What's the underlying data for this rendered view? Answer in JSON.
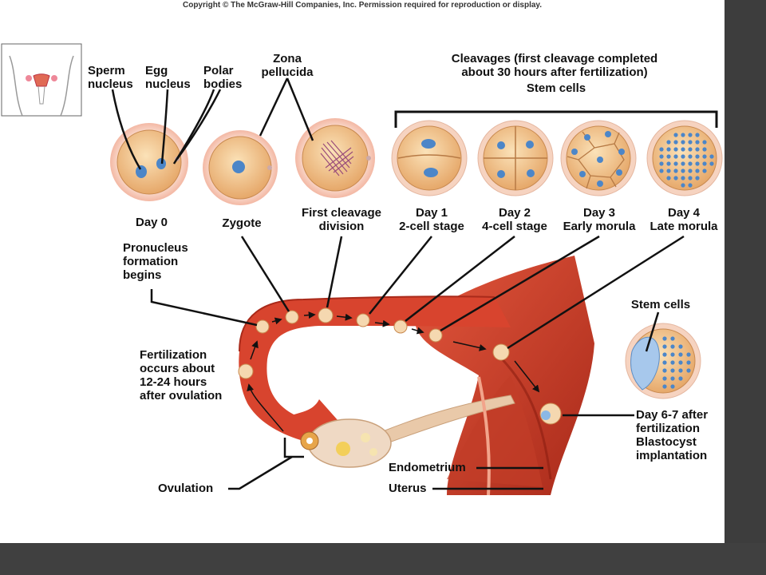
{
  "copyright": "Copyright © The McGraw-Hill Companies, Inc. Permission required for reproduction or display.",
  "labels": {
    "sperm_nucleus": [
      "Sperm",
      "nucleus"
    ],
    "egg_nucleus": [
      "Egg",
      "nucleus"
    ],
    "polar_bodies": [
      "Polar",
      "bodies"
    ],
    "zona_pellucida": [
      "Zona",
      "pellucida"
    ],
    "cleavages": [
      "Cleavages (first cleavage completed",
      "about 30 hours after fertilization)"
    ],
    "stem_cells_top": "Stem cells",
    "day0": "Day 0",
    "zygote": "Zygote",
    "first_cleavage": [
      "First cleavage",
      "division"
    ],
    "day1": [
      "Day 1",
      "2-cell stage"
    ],
    "day2": [
      "Day 2",
      "4-cell stage"
    ],
    "day3": [
      "Day 3",
      "Early morula"
    ],
    "day4": [
      "Day 4",
      "Late morula"
    ],
    "pronucleus": [
      "Pronucleus",
      "formation",
      "begins"
    ],
    "fertilization": [
      "Fertilization",
      "occurs about",
      "12-24 hours",
      "after ovulation"
    ],
    "stem_cells_right": "Stem cells",
    "blastocyst": [
      "Day 6-7 after",
      "fertilization",
      "Blastocyst",
      "implantation"
    ],
    "endometrium": "Endometrium",
    "uterus": "Uterus",
    "ovulation": "Ovulation"
  },
  "colors": {
    "cell_fill": "#f3c98c",
    "zona": "#f7c6b4",
    "nucleus": "#4c86c8",
    "tube_red": "#d8442e",
    "uterus_dark": "#b8321f"
  }
}
